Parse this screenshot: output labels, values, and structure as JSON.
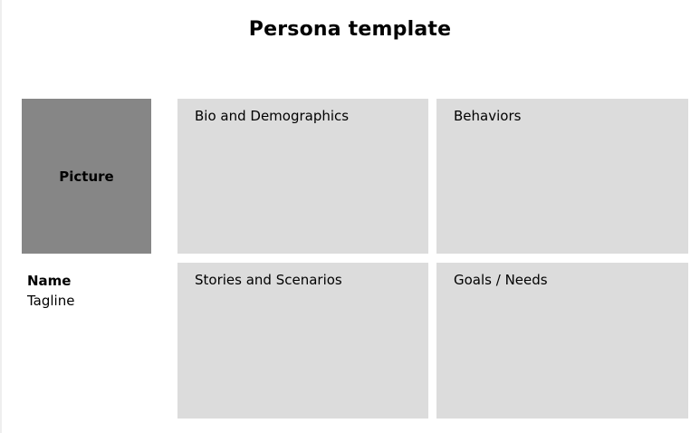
{
  "title": "Persona template",
  "persona": {
    "picture_label": "Picture",
    "name_label": "Name",
    "tagline_label": "Tagline"
  },
  "sections": {
    "bio": "Bio and Demographics",
    "behaviors": "Behaviors",
    "stories": "Stories and Scenarios",
    "goals": "Goals / Needs"
  },
  "colors": {
    "picture_fill": "#868686",
    "panel_fill": "#dcdcdc",
    "background": "#ffffff"
  }
}
